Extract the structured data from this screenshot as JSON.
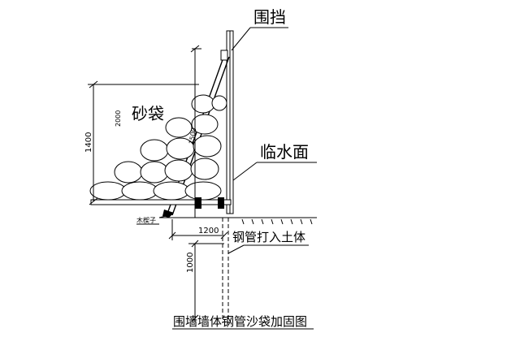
{
  "labels": {
    "hoarding": "围挡",
    "sandbags": "砂袋",
    "water_level": "临水面",
    "pipe_driven": "钢管打入土体",
    "wood_wedge": "木楔子",
    "caption": "围墙墙体钢管沙袋加固图"
  },
  "dimensions": {
    "height_total": "1400",
    "height_bags": "2000",
    "diagonal": "1500",
    "base_width": "1200",
    "embed_depth": "1000"
  }
}
